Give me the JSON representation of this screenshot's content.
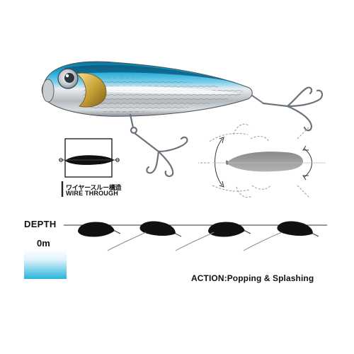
{
  "product_photo": {
    "description_icons": [
      "popper-lure-photo",
      "treble-hook-icon"
    ]
  },
  "wire_through": {
    "label_jp": "ワイヤースルー構造",
    "label_en": "WIRE THROUGH"
  },
  "depth_chart": {
    "label": "DEPTH",
    "surface_label": "0m"
  },
  "action": {
    "label": "ACTION:Popping & Splashing"
  },
  "colors": {
    "lure_back": "#1aa7d6",
    "lure_belly": "#c9ccd1",
    "gill": "#c9a43a",
    "depth_gradient_top": "#dff4fb",
    "depth_gradient_bottom": "#27b4dc"
  }
}
